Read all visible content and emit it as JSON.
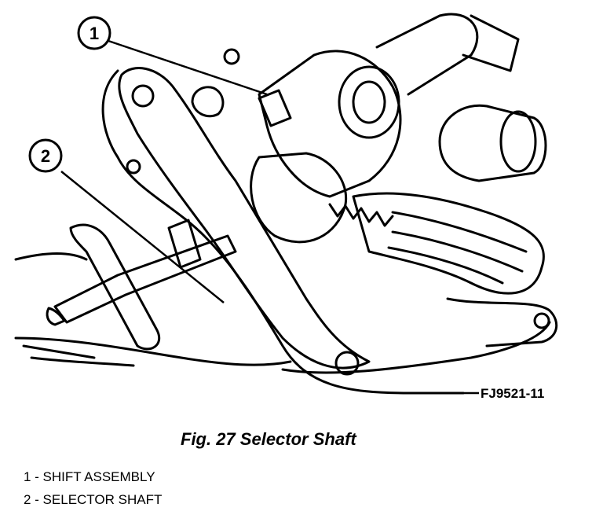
{
  "figure": {
    "id_label": "FJ9521-11",
    "callouts": [
      {
        "number": "1",
        "target": "SHIFT ASSEMBLY"
      },
      {
        "number": "2",
        "target": "SELECTOR SHAFT"
      }
    ]
  },
  "caption": "Fig. 27 Selector Shaft",
  "legend": [
    "1 - SHIFT ASSEMBLY",
    "2 - SELECTOR SHAFT"
  ],
  "colors": {
    "ink": "#000000",
    "paper": "#ffffff"
  }
}
